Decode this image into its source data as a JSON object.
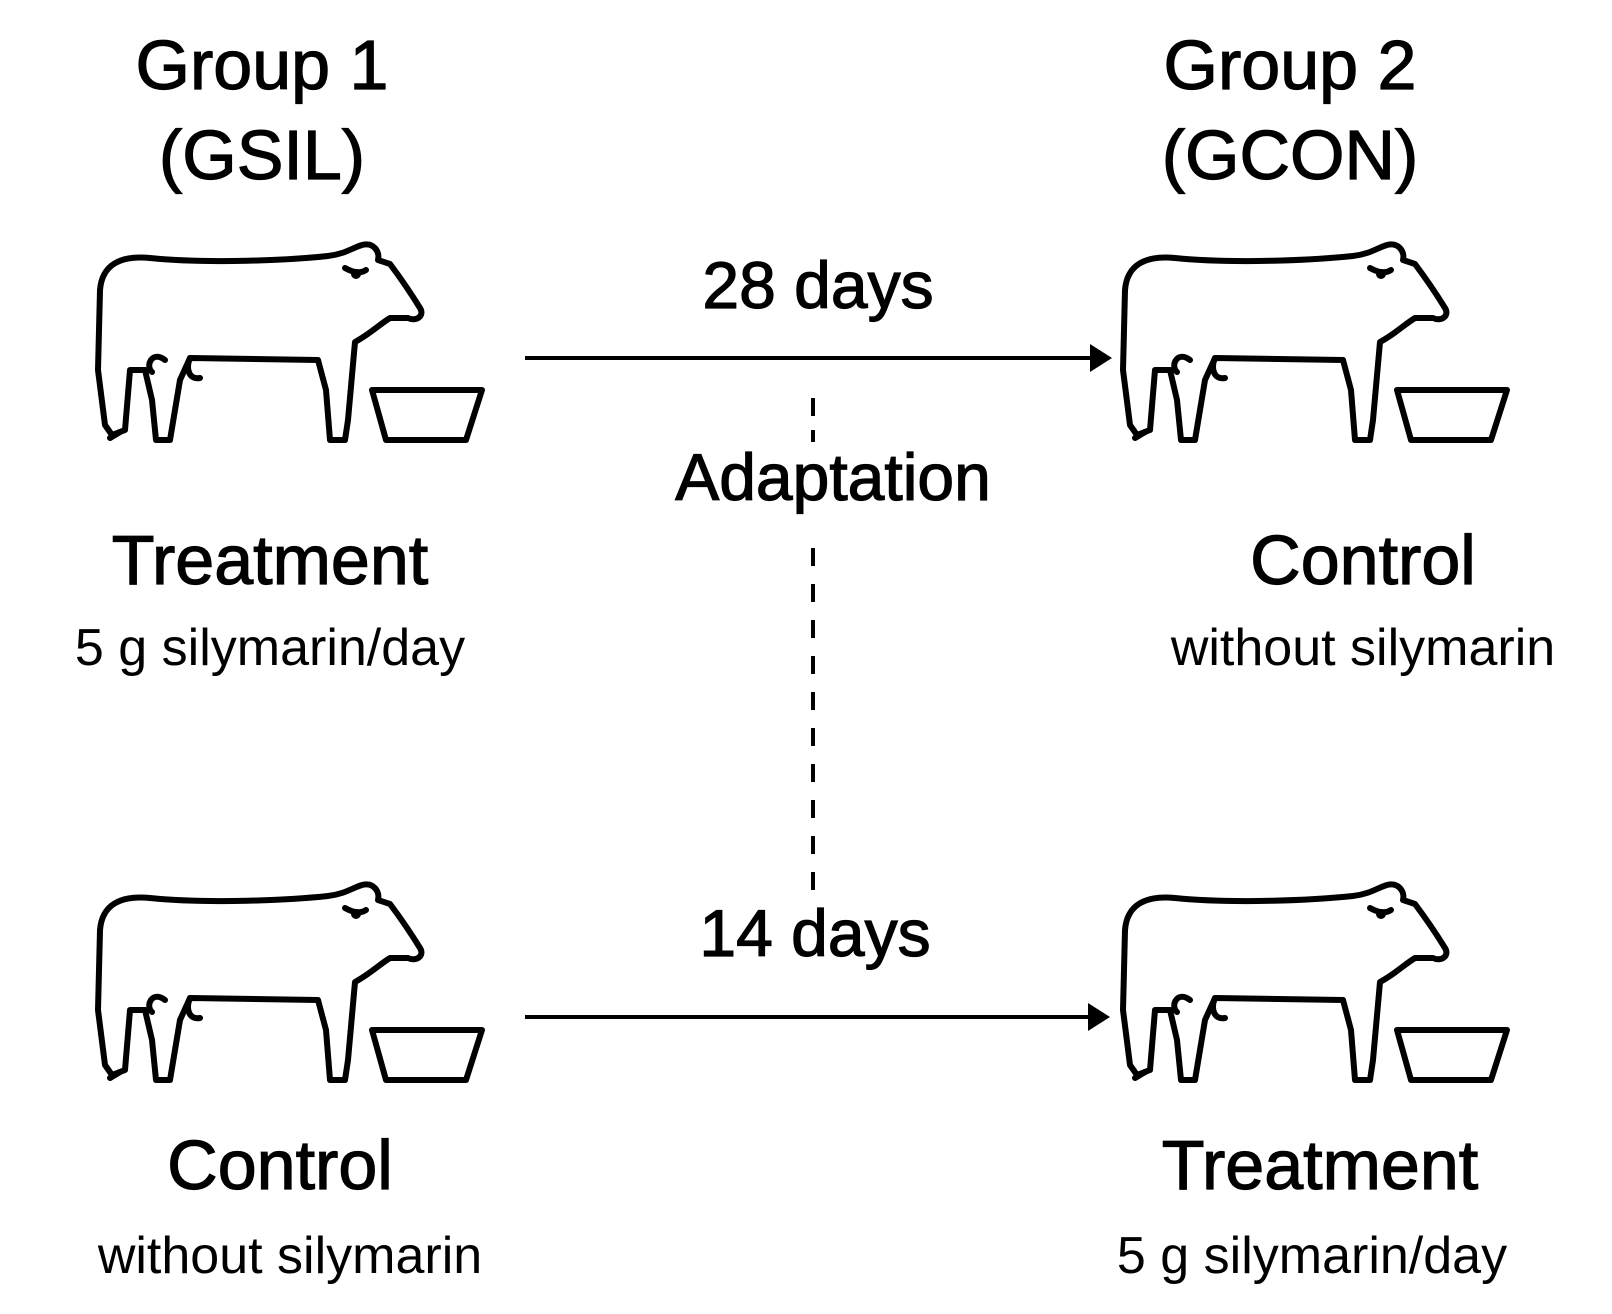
{
  "group1": {
    "title": "Group 1",
    "code": "(GSIL)"
  },
  "group2": {
    "title": "Group 2",
    "code": "(GCON)"
  },
  "period1": {
    "duration": "28 days",
    "group1_condition": "Treatment",
    "group1_dose": "5 g silymarin/day",
    "group2_condition": "Control",
    "group2_dose": "without silymarin"
  },
  "adaptation": {
    "label": "Adaptation"
  },
  "period2": {
    "duration": "14 days",
    "group1_condition": "Control",
    "group1_dose": "without silymarin",
    "group2_condition": "Treatment",
    "group2_dose": "5 g silymarin/day"
  },
  "icons": {
    "animal": "cow-icon",
    "feeder": "feed-bowl-icon"
  }
}
